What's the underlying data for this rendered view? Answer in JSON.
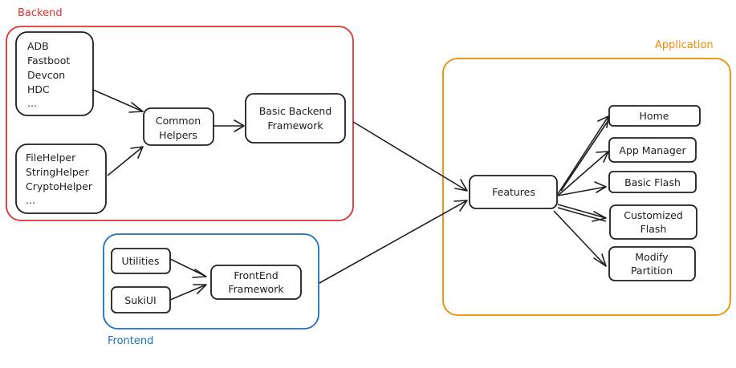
{
  "groups": {
    "backend": {
      "label": "Backend",
      "color": "#e03131"
    },
    "frontend": {
      "label": "Frontend",
      "color": "#1971c2"
    },
    "application": {
      "label": "Application",
      "color": "#f08c00"
    }
  },
  "nodes": {
    "tools": [
      "ADB",
      "Fastboot",
      "Devcon",
      "HDC",
      "..."
    ],
    "helpers": [
      "FileHelper",
      "StringHelper",
      "CryptoHelper",
      "..."
    ],
    "common_helpers": [
      "Common",
      "Helpers"
    ],
    "basic_backend": [
      "Basic Backend",
      "Framework"
    ],
    "utilities": [
      "Utilities"
    ],
    "sukiui": [
      "SukiUI"
    ],
    "frontend_framework": [
      "FrontEnd",
      "Framework"
    ],
    "features": [
      "Features"
    ],
    "home": [
      "Home"
    ],
    "app_manager": [
      "App Manager"
    ],
    "basic_flash": [
      "Basic Flash"
    ],
    "customized_flash": [
      "Customized",
      "Flash"
    ],
    "modify_partition": [
      "Modify",
      "Partition"
    ]
  }
}
